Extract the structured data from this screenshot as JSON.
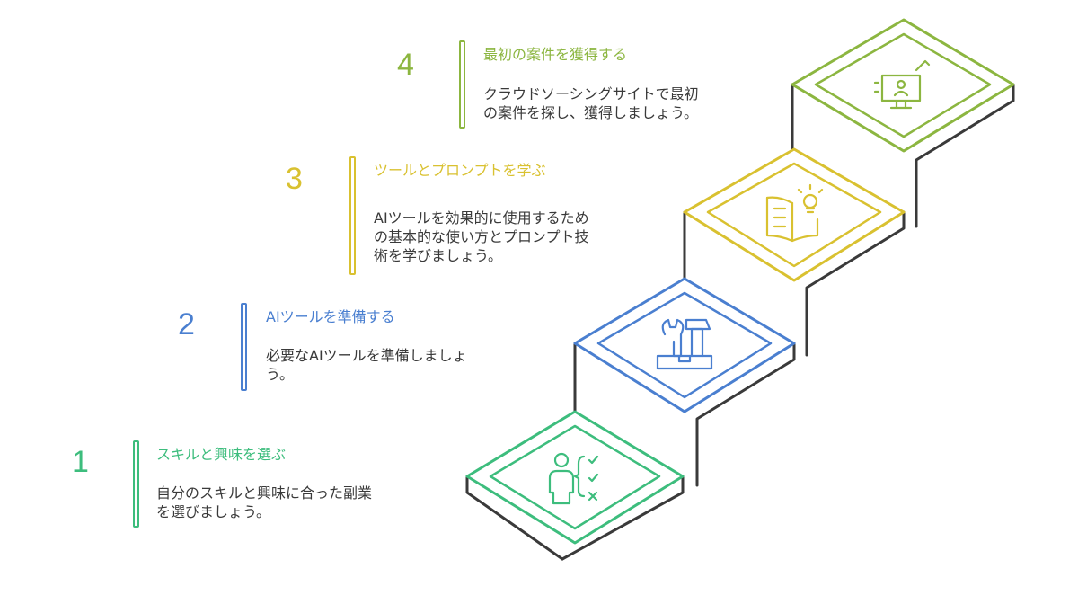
{
  "steps": [
    {
      "number": "1",
      "title": "スキルと興味を選ぶ",
      "desc_lines": [
        "自分のスキルと興味に合った副業",
        "を選びましょう。"
      ],
      "color": "#3dbd7d",
      "icon": "person-checklist-icon"
    },
    {
      "number": "2",
      "title": "AIツールを準備する",
      "desc_lines": [
        "必要なAIツールを準備しましょ",
        "う。"
      ],
      "color": "#4a7fd0",
      "icon": "toolbox-icon"
    },
    {
      "number": "3",
      "title": "ツールとプロンプトを学ぶ",
      "desc_lines": [
        "AIツールを効果的に使用するため",
        "の基本的な使い方とプロンプト技",
        "術を学びましょう。"
      ],
      "color": "#d9c130",
      "icon": "book-lightbulb-icon"
    },
    {
      "number": "4",
      "title": "最初の案件を獲得する",
      "desc_lines": [
        "クラウドソーシングサイトで最初",
        "の案件を探し、獲得しましょう。"
      ],
      "color": "#8cb640",
      "icon": "computer-user-icon"
    }
  ],
  "outline_color": "#3a3a3a"
}
